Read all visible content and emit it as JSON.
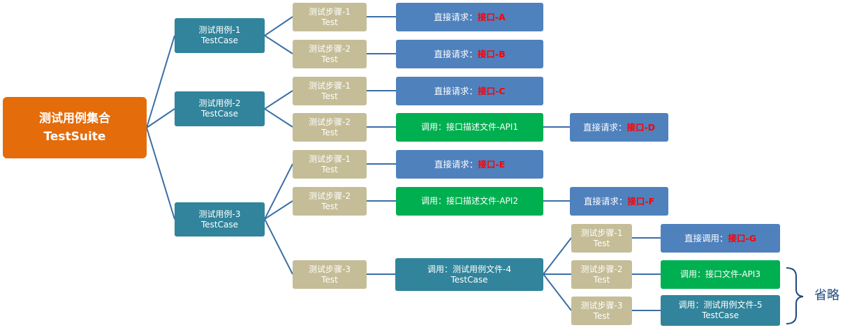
{
  "root": {
    "title": "测试用例集合",
    "subtitle": "TestSuite"
  },
  "cases": [
    {
      "title": "测试用例-1",
      "subtitle": "TestCase"
    },
    {
      "title": "测试用例-2",
      "subtitle": "TestCase"
    },
    {
      "title": "测试用例-3",
      "subtitle": "TestCase"
    }
  ],
  "steps": [
    {
      "title": "测试步骤-1",
      "subtitle": "Test"
    },
    {
      "title": "测试步骤-2",
      "subtitle": "Test"
    },
    {
      "title": "测试步骤-1",
      "subtitle": "Test"
    },
    {
      "title": "测试步骤-2",
      "subtitle": "Test"
    },
    {
      "title": "测试步骤-1",
      "subtitle": "Test"
    },
    {
      "title": "测试步骤-2",
      "subtitle": "Test"
    },
    {
      "title": "测试步骤-3",
      "subtitle": "Test"
    },
    {
      "title": "测试步骤-1",
      "subtitle": "Test"
    },
    {
      "title": "测试步骤-2",
      "subtitle": "Test"
    },
    {
      "title": "测试步骤-3",
      "subtitle": "Test"
    }
  ],
  "requests": [
    {
      "prefix": "直接请求：",
      "target": "接口-A"
    },
    {
      "prefix": "直接请求：",
      "target": "接口-B"
    },
    {
      "prefix": "直接请求：",
      "target": "接口-C"
    },
    {
      "prefix": "直接请求：",
      "target": "接口-D"
    },
    {
      "prefix": "直接请求：",
      "target": "接口-E"
    },
    {
      "prefix": "直接请求：",
      "target": "接口-F"
    },
    {
      "prefix": "直接调用：",
      "target": "接口-G"
    }
  ],
  "calls": [
    {
      "title": "调用：接口描述文件-API1"
    },
    {
      "title": "调用：接口描述文件-API2"
    },
    {
      "title": "调用：接口文件-API3"
    }
  ],
  "case_calls": [
    {
      "title": "调用：测试用例文件-4",
      "subtitle": "TestCase"
    },
    {
      "title": "调用：测试用例文件-5",
      "subtitle": "TestCase"
    }
  ],
  "omit_label": "省略",
  "colors": {
    "root": "#e46c0a",
    "testcase": "#31849b",
    "step": "#c4bd97",
    "request": "#4f81bd",
    "call": "#00b050",
    "highlight": "#ff0000",
    "connector": "#3a6ea5"
  }
}
